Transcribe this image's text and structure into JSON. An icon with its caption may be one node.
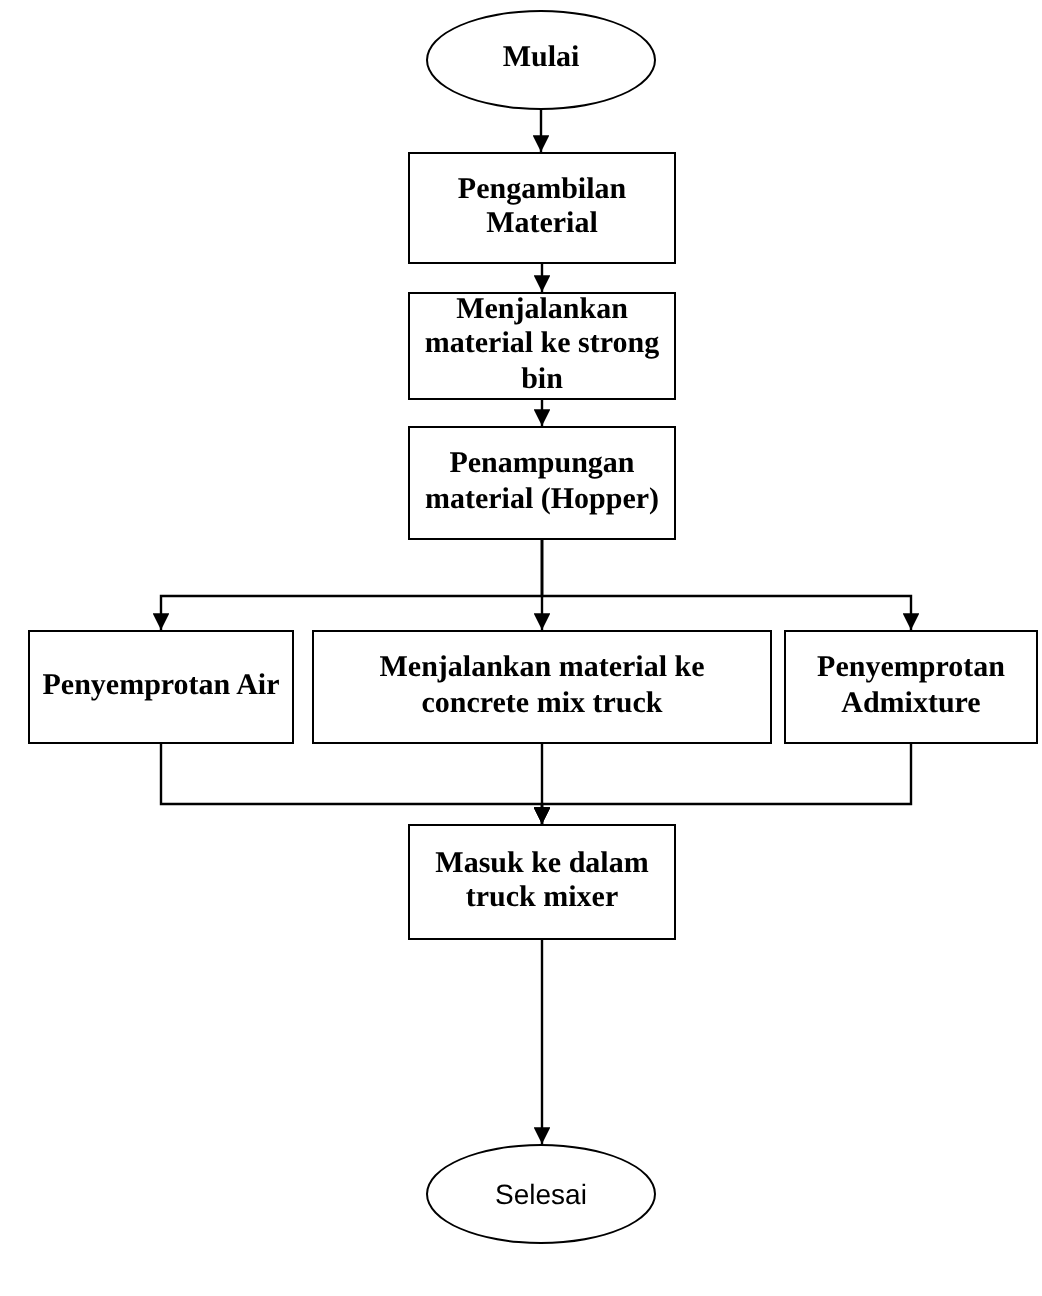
{
  "diagram": {
    "nodes": [
      {
        "text": [
          "Mulai"
        ]
      },
      {
        "text": [
          "Pengambilan Material"
        ]
      },
      {
        "text": [
          "Menjalankan material ke strong bin"
        ]
      },
      {
        "text": [
          "Penampungan material (Hopper)"
        ]
      },
      {
        "text": [
          "Penyemprotan Air"
        ]
      },
      {
        "text": [
          "Menjalankan material ke concrete mix truck"
        ]
      },
      {
        "text": [
          "Penyemprotan Admixture"
        ]
      },
      {
        "text": [
          "Masuk ke dalam truck mixer"
        ]
      },
      {
        "text": [
          "Selesai"
        ]
      }
    ],
    "edges": [
      {
        "from": 0,
        "to": 1,
        "arrow": "to"
      },
      {
        "from": 1,
        "to": 2,
        "arrow": "to"
      },
      {
        "from": 2,
        "to": 3,
        "arrow": "to"
      },
      {
        "from": 3,
        "to": 4,
        "arrow": "to"
      },
      {
        "from": 3,
        "to": 5,
        "arrow": "to"
      },
      {
        "from": 3,
        "to": 6,
        "arrow": "to"
      },
      {
        "from": 4,
        "to": 7,
        "arrow": "to"
      },
      {
        "from": 5,
        "to": 7,
        "arrow": "to"
      },
      {
        "from": 6,
        "to": 7,
        "arrow": "to"
      },
      {
        "from": 7,
        "to": 8,
        "arrow": "to"
      }
    ]
  }
}
